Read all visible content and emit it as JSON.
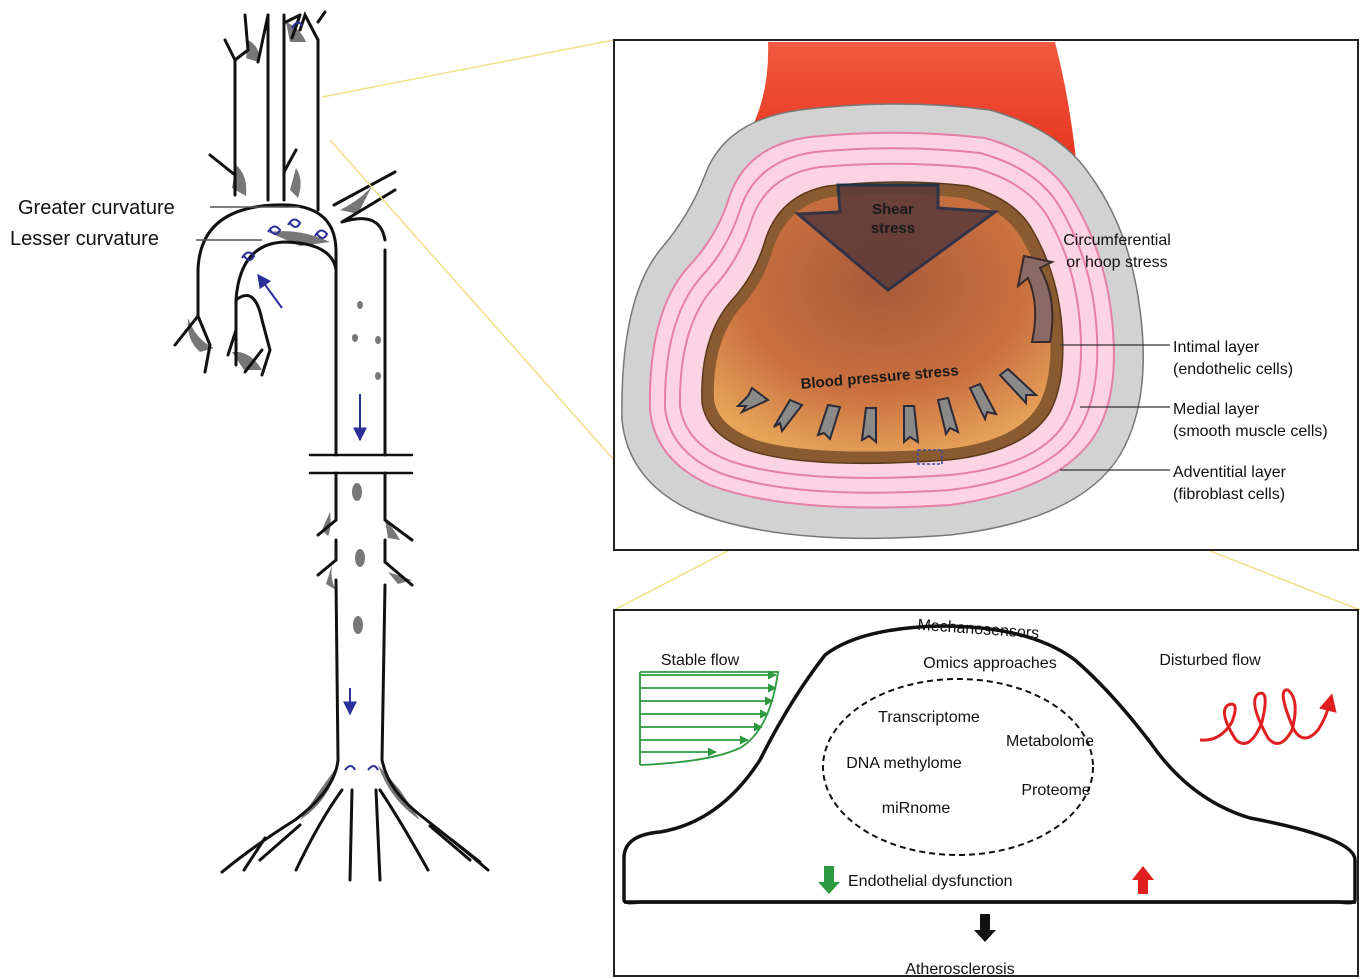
{
  "aorta_labels": {
    "greater_curvature": "Greater curvature",
    "lesser_curvature": "Lesser curvature"
  },
  "cross_section": {
    "shear_stress": [
      "Shear",
      "stress"
    ],
    "circumferential": [
      "Circumferential",
      "or hoop stress"
    ],
    "blood_pressure": "Blood pressure stress",
    "layers": [
      {
        "name": "Intimal layer",
        "cells": "(endothelic cells)"
      },
      {
        "name": "Medial layer",
        "cells": "(smooth muscle cells)"
      },
      {
        "name": "Adventitial layer",
        "cells": "(fibroblast cells)"
      }
    ]
  },
  "mechano": {
    "mechanosensors": "Mechanosensors",
    "omics": "Omics approaches",
    "stable_flow": "Stable flow",
    "disturbed_flow": "Disturbed flow",
    "omics_items": [
      "Transcriptome",
      "Metabolome",
      "DNA methylome",
      "Proteome",
      "miRnome"
    ],
    "endothelial": "Endothelial dysfunction",
    "outcome": "Atherosclerosis"
  },
  "colors": {
    "stable": "#2e9a3f",
    "disturbed": "#e02020",
    "flow_arrow": "#2b2f9a",
    "leader": "#f0e08a"
  }
}
